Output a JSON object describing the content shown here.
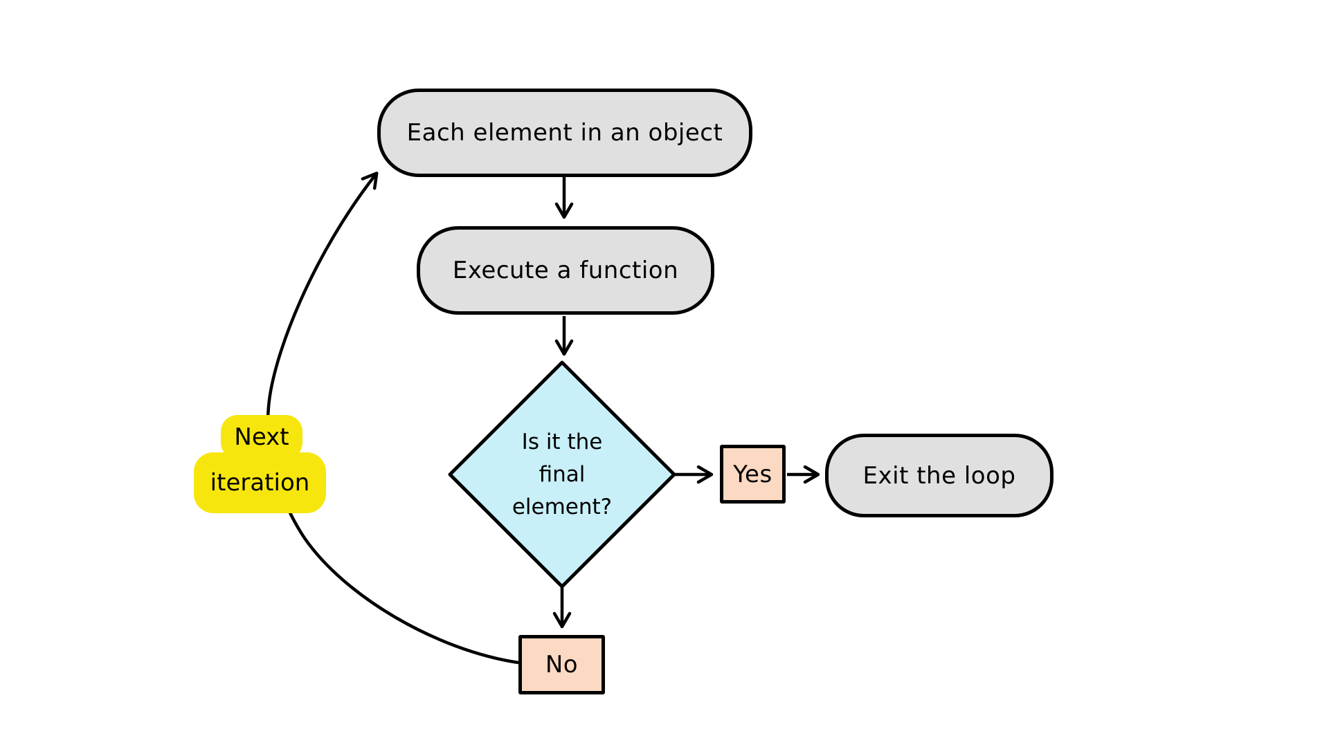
{
  "diagram": {
    "background": "#ffffff",
    "stroke_color": "#000000",
    "nodes": {
      "start": {
        "label": "Each element in an object",
        "fill": "#e0e0e0",
        "shape": "rounded-rectangle"
      },
      "execute": {
        "label": "Execute a function",
        "fill": "#e0e0e0",
        "shape": "rounded-rectangle"
      },
      "decision": {
        "line1": "Is it the",
        "line2": "final",
        "line3": "element?",
        "fill": "#c9f0f8",
        "shape": "diamond"
      },
      "yes": {
        "label": "Yes",
        "fill": "#fcd9c2",
        "shape": "rectangle"
      },
      "exit": {
        "label": "Exit the loop",
        "fill": "#e0e0e0",
        "shape": "rounded-rectangle"
      },
      "no": {
        "label": "No",
        "fill": "#fcd9c2",
        "shape": "rectangle"
      },
      "next_iteration": {
        "line1": "Next",
        "line2": "iteration",
        "fill": "#f7e60e",
        "shape": "highlight-label"
      }
    },
    "edges": [
      {
        "from": "start",
        "to": "execute"
      },
      {
        "from": "execute",
        "to": "decision"
      },
      {
        "from": "decision",
        "to": "yes"
      },
      {
        "from": "yes",
        "to": "exit"
      },
      {
        "from": "decision",
        "to": "no"
      },
      {
        "from": "no",
        "to": "start",
        "via": "next_iteration"
      }
    ]
  }
}
